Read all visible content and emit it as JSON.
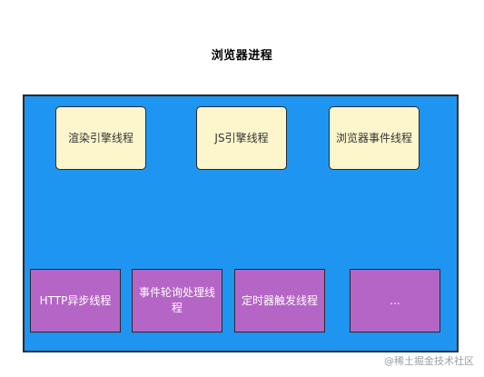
{
  "title": "浏览器进程",
  "container": {
    "fill": "#1e95f0"
  },
  "threads_top": [
    {
      "label": "渲染引擎线程"
    },
    {
      "label": "JS引擎线程"
    },
    {
      "label": "浏览器事件线程"
    }
  ],
  "threads_bottom": [
    {
      "label": "HTTP异步线程"
    },
    {
      "label": "事件轮询处理线程"
    },
    {
      "label": "定时器触发线程"
    },
    {
      "label": "..."
    }
  ],
  "colors": {
    "top_node_fill": "#fdf6cc",
    "bottom_node_fill": "#b565c6",
    "border": "#2a2a2a"
  },
  "watermark": "@稀土掘金技术社区"
}
